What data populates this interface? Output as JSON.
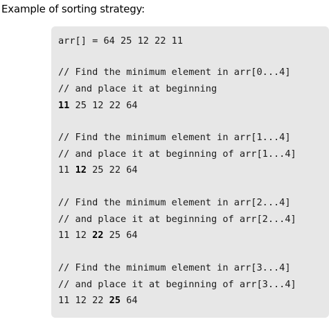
{
  "heading": "Example of sorting strategy:",
  "code": {
    "line_0": "arr[] = 64 25 12 22 11",
    "block_1": {
      "comment1": "// Find the minimum element in arr[0...4]",
      "comment2": "// and place it at beginning",
      "result": [
        "11",
        " 25 12 22 64"
      ]
    },
    "block_2": {
      "comment1": "// Find the minimum element in arr[1...4]",
      "comment2": "// and place it at beginning of arr[1...4]",
      "result": [
        "11 ",
        "12",
        " 25 22 64"
      ]
    },
    "block_3": {
      "comment1": "// Find the minimum element in arr[2...4]",
      "comment2": "// and place it at beginning of arr[2...4]",
      "result": [
        "11 12 ",
        "22",
        " 25 64"
      ]
    },
    "block_4": {
      "comment1": "// Find the minimum element in arr[3...4]",
      "comment2": "// and place it at beginning of arr[3...4]",
      "result": [
        "11 12 22 ",
        "25",
        " 64"
      ]
    }
  },
  "colors": {
    "code_background": "#e7e7e7",
    "text": "#1a1a1a"
  }
}
